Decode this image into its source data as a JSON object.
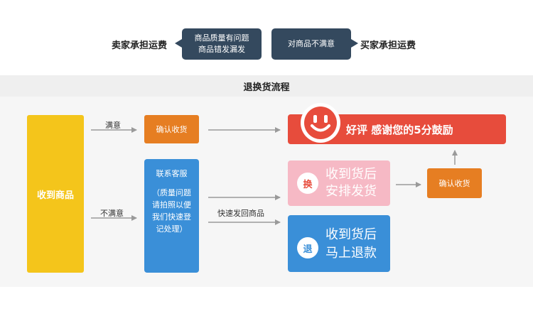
{
  "policy": {
    "left_label": "卖家承担运费",
    "quality_line1": "商品质量有问题",
    "quality_line2": "商品错发漏发",
    "unsatisfied_box": "对商品不满意",
    "right_label": "买家承担运费"
  },
  "header": {
    "title": "退换货流程"
  },
  "flow": {
    "received": "收到商品",
    "satisfied_label": "满意",
    "unsatisfied_label": "不满意",
    "confirm_receipt": "确认收货",
    "contact_service": {
      "title": "联系客服",
      "body": "（质量问题请拍照以便我们快速登记处理）"
    },
    "ship_back": "快速发回商品",
    "good_review": "好评  感谢您的5分鼓励",
    "exchange": {
      "badge": "换",
      "line1": "收到货后",
      "line2": "安排发货"
    },
    "refund": {
      "badge": "退",
      "line1": "收到货后",
      "line2": "马上退款"
    },
    "confirm_receipt_2": "确认收货"
  },
  "colors": {
    "navy": "#34495e",
    "yellow": "#f4c51b",
    "orange": "#e67e22",
    "blue": "#3a8fd8",
    "red": "#e74c3c",
    "pink": "#f6b9c5"
  }
}
